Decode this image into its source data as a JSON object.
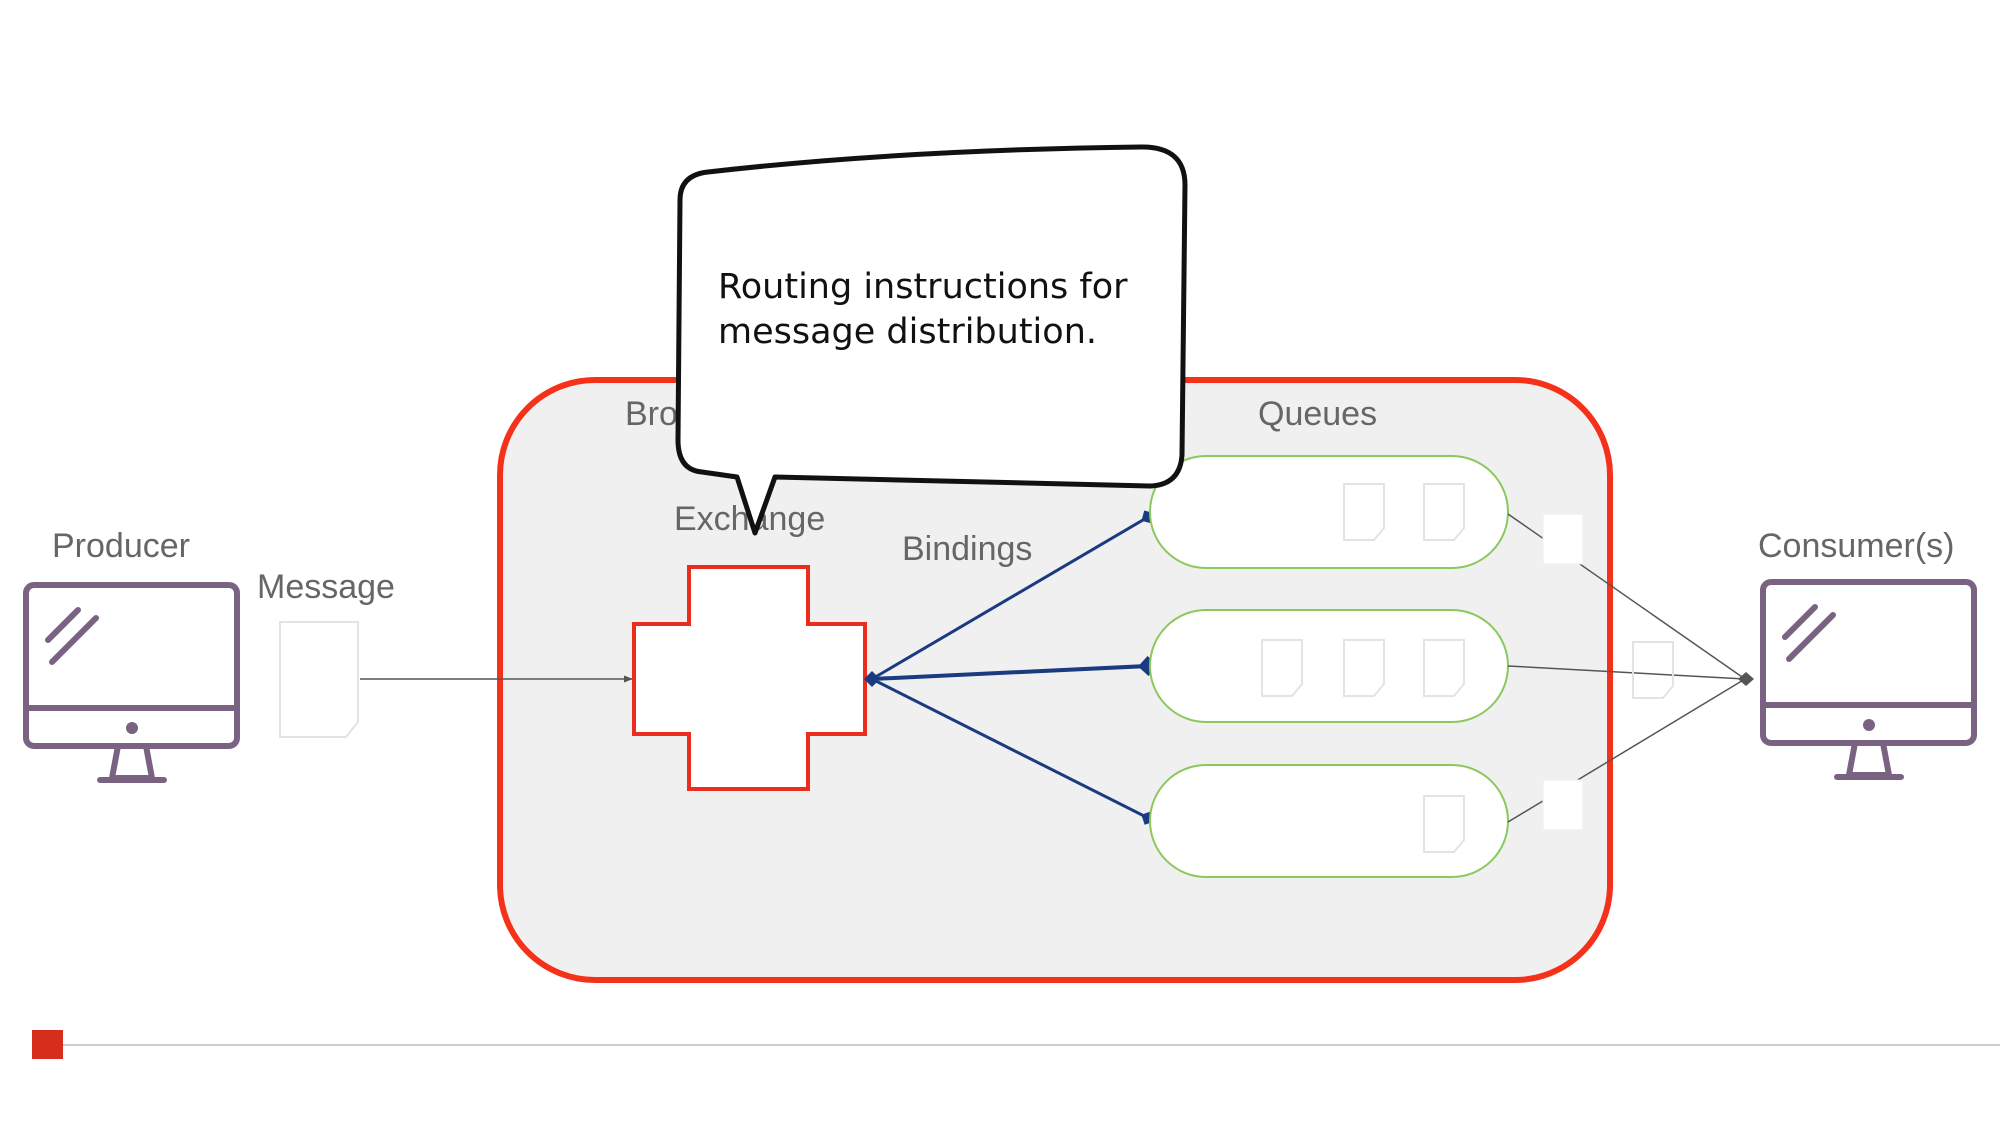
{
  "diagram": {
    "labels": {
      "producer": "Producer",
      "message": "Message",
      "broker": "Broker",
      "exchange": "Exchange",
      "bindings": "Bindings",
      "queues": "Queues",
      "consumers": "Consumer(s)"
    },
    "callout": {
      "line1": "Routing instructions for",
      "line2": "message distribution."
    },
    "colors": {
      "broker_border": "#f53219",
      "broker_fill": "#f0f0f0",
      "exchange_border": "#ea2d1d",
      "binding_line": "#1a3a82",
      "queue_border": "#8cc860",
      "computer_icon": "#7a6282",
      "label_text": "#666666",
      "accent_square": "#d62e1c"
    },
    "icons": [
      "computer-icon",
      "document-icon",
      "callout-bubble"
    ]
  }
}
